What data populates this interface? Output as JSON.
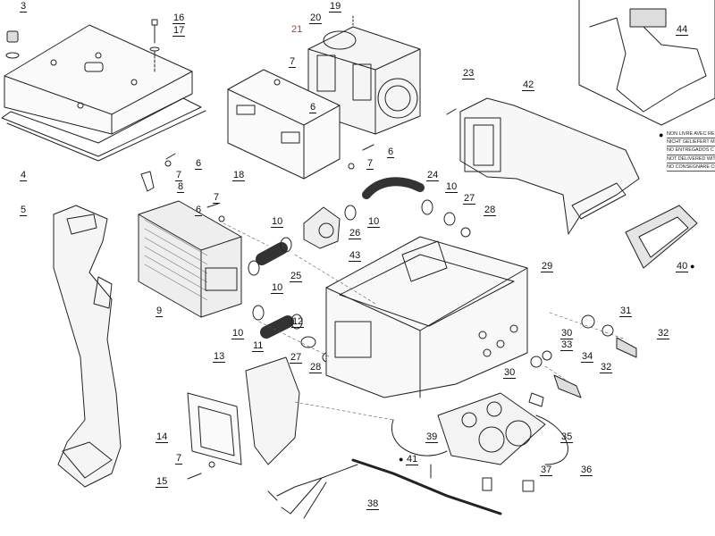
{
  "diagram": {
    "part_numbers": [
      {
        "id": "p1",
        "text": "3"
      },
      {
        "id": "p2",
        "text": "16"
      },
      {
        "id": "p3",
        "text": "17"
      },
      {
        "id": "p4",
        "text": "19"
      },
      {
        "id": "p5",
        "text": "20"
      },
      {
        "id": "p6",
        "text": "21"
      },
      {
        "id": "p7",
        "text": "7"
      },
      {
        "id": "p8",
        "text": "6"
      },
      {
        "id": "p9",
        "text": "23"
      },
      {
        "id": "p10",
        "text": "42"
      },
      {
        "id": "p11",
        "text": "44"
      },
      {
        "id": "p12",
        "text": "18"
      },
      {
        "id": "p13",
        "text": "7"
      },
      {
        "id": "p14",
        "text": "6"
      },
      {
        "id": "p15",
        "text": "4"
      },
      {
        "id": "p16",
        "text": "7"
      },
      {
        "id": "p17",
        "text": "6"
      },
      {
        "id": "p18",
        "text": "8"
      },
      {
        "id": "p19",
        "text": "24"
      },
      {
        "id": "p20",
        "text": "10"
      },
      {
        "id": "p21",
        "text": "27"
      },
      {
        "id": "p22",
        "text": "28"
      },
      {
        "id": "p23",
        "text": "5"
      },
      {
        "id": "p24",
        "text": "7"
      },
      {
        "id": "p25",
        "text": "6"
      },
      {
        "id": "p26",
        "text": "10"
      },
      {
        "id": "p27",
        "text": "10"
      },
      {
        "id": "p28",
        "text": "26"
      },
      {
        "id": "p29",
        "text": "43"
      },
      {
        "id": "p30",
        "text": "40"
      },
      {
        "id": "p31",
        "text": "25"
      },
      {
        "id": "p32",
        "text": "10"
      },
      {
        "id": "p33",
        "text": "29"
      },
      {
        "id": "p34",
        "text": "9"
      },
      {
        "id": "p35",
        "text": "12"
      },
      {
        "id": "p36",
        "text": "31"
      },
      {
        "id": "p37",
        "text": "30"
      },
      {
        "id": "p38",
        "text": "32"
      },
      {
        "id": "p39",
        "text": "10"
      },
      {
        "id": "p40",
        "text": "11"
      },
      {
        "id": "p41",
        "text": "33"
      },
      {
        "id": "p42",
        "text": "34"
      },
      {
        "id": "p43",
        "text": "27"
      },
      {
        "id": "p44",
        "text": "28"
      },
      {
        "id": "p45",
        "text": "13"
      },
      {
        "id": "p46",
        "text": "30"
      },
      {
        "id": "p47",
        "text": "32"
      },
      {
        "id": "p48",
        "text": "35"
      },
      {
        "id": "p49",
        "text": "14"
      },
      {
        "id": "p50",
        "text": "39"
      },
      {
        "id": "p51",
        "text": "7"
      },
      {
        "id": "p52",
        "text": "41"
      },
      {
        "id": "p53",
        "text": "37"
      },
      {
        "id": "p54",
        "text": "36"
      },
      {
        "id": "p55",
        "text": "15"
      },
      {
        "id": "p56",
        "text": "38"
      }
    ],
    "notes": [
      "NON LIVRE AVEC RE",
      "NICHT GELIEFERT M",
      "NO ENTREGADOS C",
      "NOT DELIVERED WIT",
      "NO CONSEGNARE CO"
    ],
    "bullet_symbol": "●",
    "line_color": "#222222",
    "label_color": "#111111",
    "highlight_label_color": "#c0392b"
  }
}
